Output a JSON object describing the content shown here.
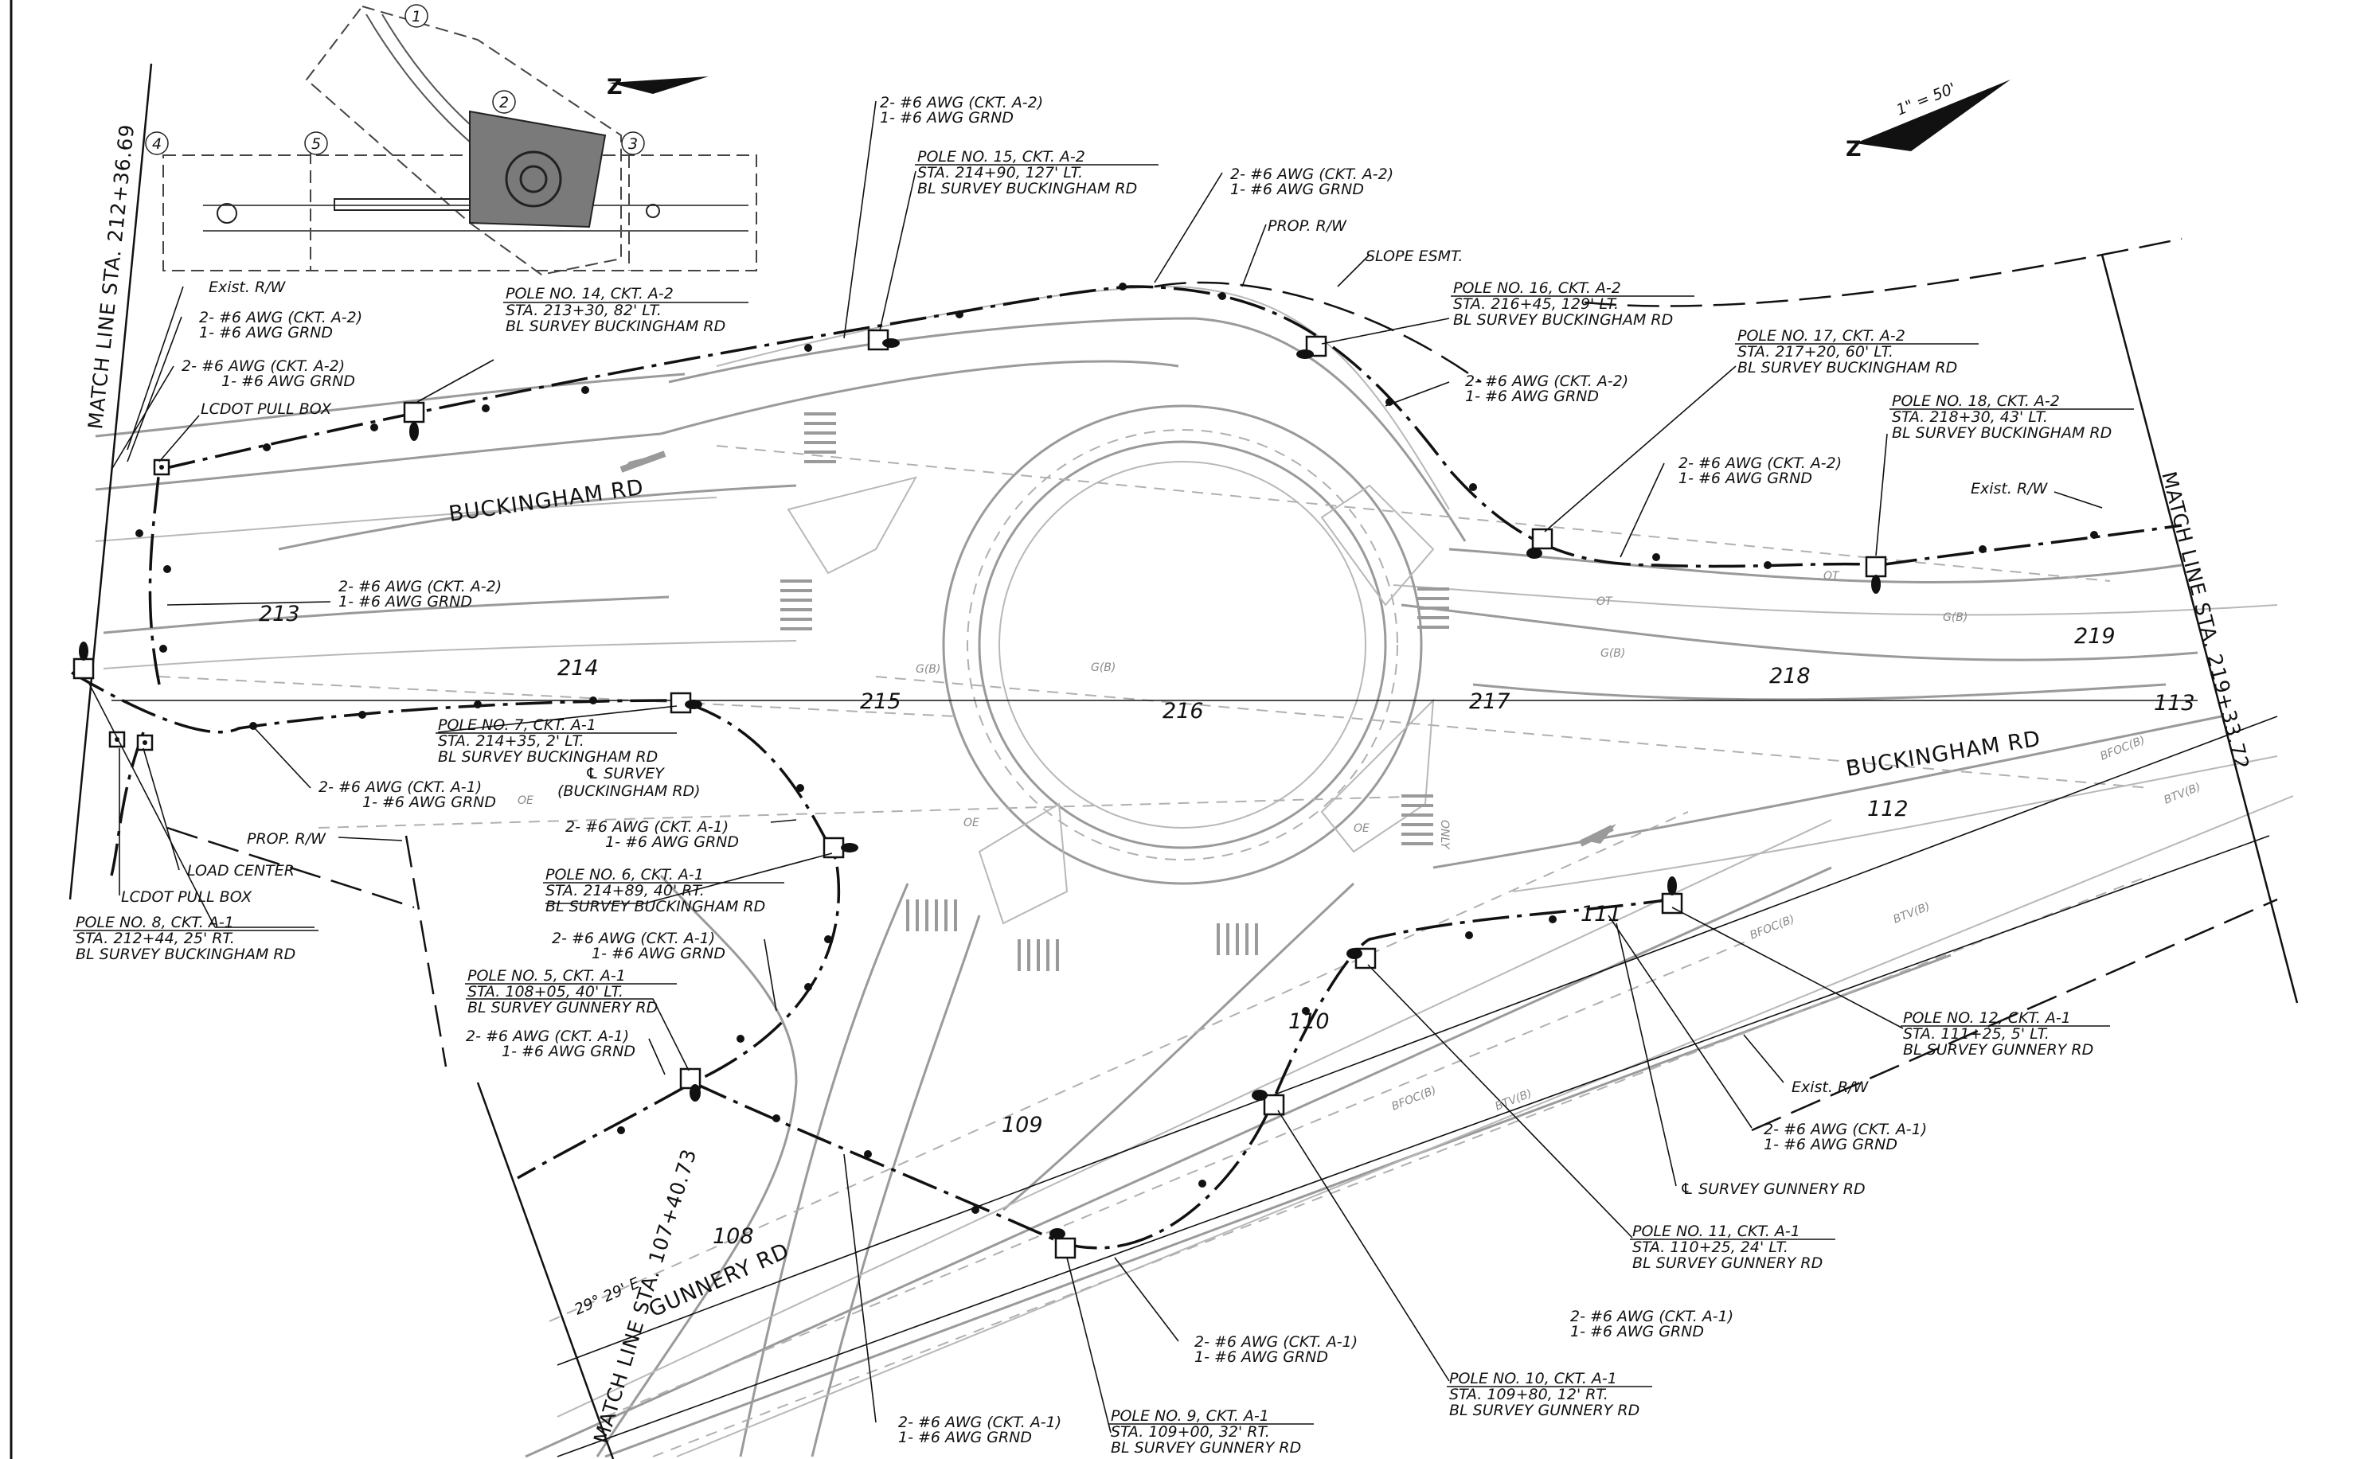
{
  "drawing": {
    "scale": "1\" = 50'",
    "bearing": "29° 29' E",
    "match_lines": {
      "left": "MATCH LINE STA. 212+36.69",
      "right": "MATCH LINE STA. 219+33.72",
      "bottom": "MATCH LINE STA. 107+40.73"
    },
    "roads": {
      "buckingham_west": "BUCKINGHAM RD",
      "buckingham_east": "BUCKINGHAM RD",
      "gunnery": "GUNNERY RD"
    },
    "survey_labels": {
      "buckingham": "℄ SURVEY",
      "buckingham_sub": "(BUCKINGHAM RD)",
      "gunnery": "℄ SURVEY GUNNERY RD"
    },
    "stations_buckingham": [
      "213",
      "214",
      "215",
      "216",
      "217",
      "218",
      "219"
    ],
    "stations_gunnery": [
      "108",
      "109",
      "110",
      "111",
      "112",
      "113"
    ],
    "key_map_numbers": [
      "1",
      "2",
      "3",
      "4",
      "5"
    ],
    "row_labels": {
      "exist_rw_left": "Exist. R/W",
      "exist_rw_right": "Exist. R/W",
      "exist_rw_bottom": "Exist. R/W",
      "prop_rw_top": "PROP. R/W",
      "prop_rw_left": "PROP. R/W",
      "slope_esmt": "SLOPE ESMT."
    },
    "equipment": {
      "lcdot_pull_box_1": "LCDOT PULL BOX",
      "lcdot_pull_box_2": "LCDOT PULL BOX",
      "load_center": "LOAD CENTER"
    },
    "cables": {
      "a2_line1": "2- #6 AWG (CKT. A-2)",
      "a1_line1": "2- #6 AWG (CKT. A-1)",
      "grnd": "1- #6 AWG GRND"
    },
    "poles": {
      "p8": {
        "title": "POLE NO. 8, CKT. A-1",
        "sta": "STA. 212+44, 25' RT.",
        "survey": "BL SURVEY BUCKINGHAM RD"
      },
      "p14": {
        "title": "POLE NO. 14, CKT. A-2",
        "sta": "STA. 213+30, 82' LT.",
        "survey": "BL SURVEY BUCKINGHAM RD"
      },
      "p15": {
        "title": "POLE NO. 15, CKT. A-2",
        "sta": "STA. 214+90, 127' LT.",
        "survey": "BL SURVEY BUCKINGHAM RD"
      },
      "p16": {
        "title": "POLE NO. 16, CKT. A-2",
        "sta": "STA. 216+45, 129' LT.",
        "survey": "BL SURVEY BUCKINGHAM RD"
      },
      "p17": {
        "title": "POLE NO. 17, CKT. A-2",
        "sta": "STA. 217+20, 60' LT.",
        "survey": "BL SURVEY BUCKINGHAM RD"
      },
      "p18": {
        "title": "POLE NO. 18, CKT. A-2",
        "sta": "STA. 218+30, 43' LT.",
        "survey": "BL SURVEY BUCKINGHAM RD"
      },
      "p7": {
        "title": "POLE NO. 7, CKT. A-1",
        "sta": "STA. 214+35, 2' LT.",
        "survey": "BL SURVEY BUCKINGHAM RD"
      },
      "p6": {
        "title": "POLE NO. 6, CKT. A-1",
        "sta": "STA. 214+89, 40' RT.",
        "survey": "BL SURVEY BUCKINGHAM RD"
      },
      "p5": {
        "title": "POLE NO. 5, CKT. A-1",
        "sta": "STA. 108+05, 40' LT.",
        "survey": "BL SURVEY GUNNERY RD"
      },
      "p9": {
        "title": "POLE NO. 9, CKT. A-1",
        "sta": "STA. 109+00, 32' RT.",
        "survey": "BL SURVEY GUNNERY RD"
      },
      "p10": {
        "title": "POLE NO. 10, CKT. A-1",
        "sta": "STA. 109+80, 12' RT.",
        "survey": "BL SURVEY GUNNERY RD"
      },
      "p11": {
        "title": "POLE NO. 11, CKT. A-1",
        "sta": "STA. 110+25, 24' LT.",
        "survey": "BL SURVEY GUNNERY RD"
      },
      "p12": {
        "title": "POLE NO. 12, CKT. A-1",
        "sta": "STA. 111+25, 5' LT.",
        "survey": "BL SURVEY GUNNERY RD"
      }
    },
    "faint_utility_labels": [
      "OT",
      "G(B)",
      "OE",
      "BFOC(B)",
      "BTV(B)",
      "ONLY"
    ]
  },
  "colors": {
    "linework": "#111111",
    "roadway": "#9a9a9a",
    "key_map_fill": "#7a7a7a"
  }
}
